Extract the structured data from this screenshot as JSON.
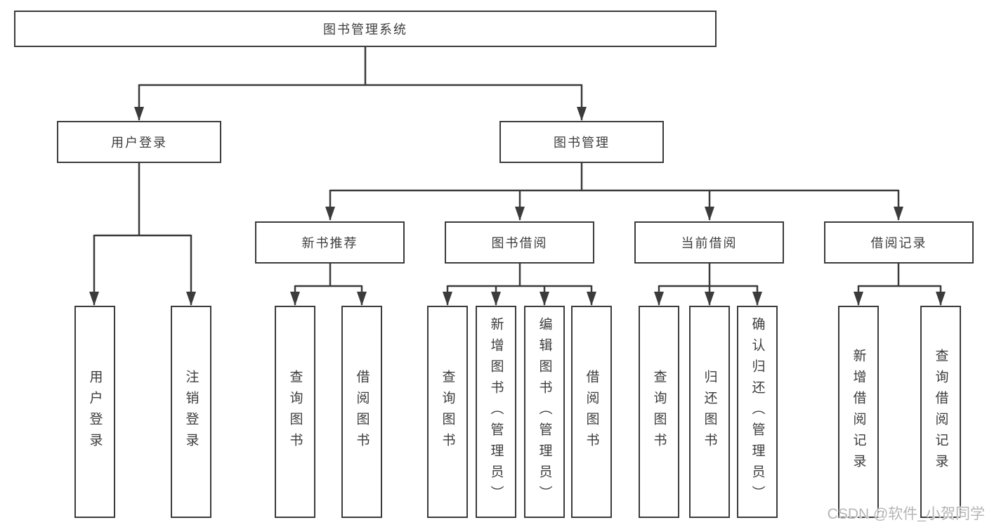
{
  "diagram": {
    "root": {
      "label": "图书管理系统"
    },
    "children": [
      {
        "label": "用户登录",
        "children": [
          {
            "label": "用户登录"
          },
          {
            "label": "注销登录"
          }
        ]
      },
      {
        "label": "图书管理",
        "children": [
          {
            "label": "新书推荐",
            "children": [
              {
                "label": "查询图书"
              },
              {
                "label": "借阅图书"
              }
            ]
          },
          {
            "label": "图书借阅",
            "children": [
              {
                "label": "查询图书"
              },
              {
                "label": "新增图书（管理员）"
              },
              {
                "label": "编辑图书（管理员）"
              },
              {
                "label": "借阅图书"
              }
            ]
          },
          {
            "label": "当前借阅",
            "children": [
              {
                "label": "查询图书"
              },
              {
                "label": "归还图书"
              },
              {
                "label": "确认归还（管理员）"
              }
            ]
          },
          {
            "label": "借阅记录",
            "children": [
              {
                "label": "新增借阅记录"
              },
              {
                "label": "查询借阅记录"
              }
            ]
          }
        ]
      }
    ]
  },
  "watermark": {
    "text": "CSDN @软件_小贺同学"
  },
  "colors": {
    "line": "#3b3b3b",
    "box_border": "#3b3b3b",
    "box_background": "#ffffff",
    "text": "#3d3d3d",
    "watermark": "#b5b5b5"
  }
}
